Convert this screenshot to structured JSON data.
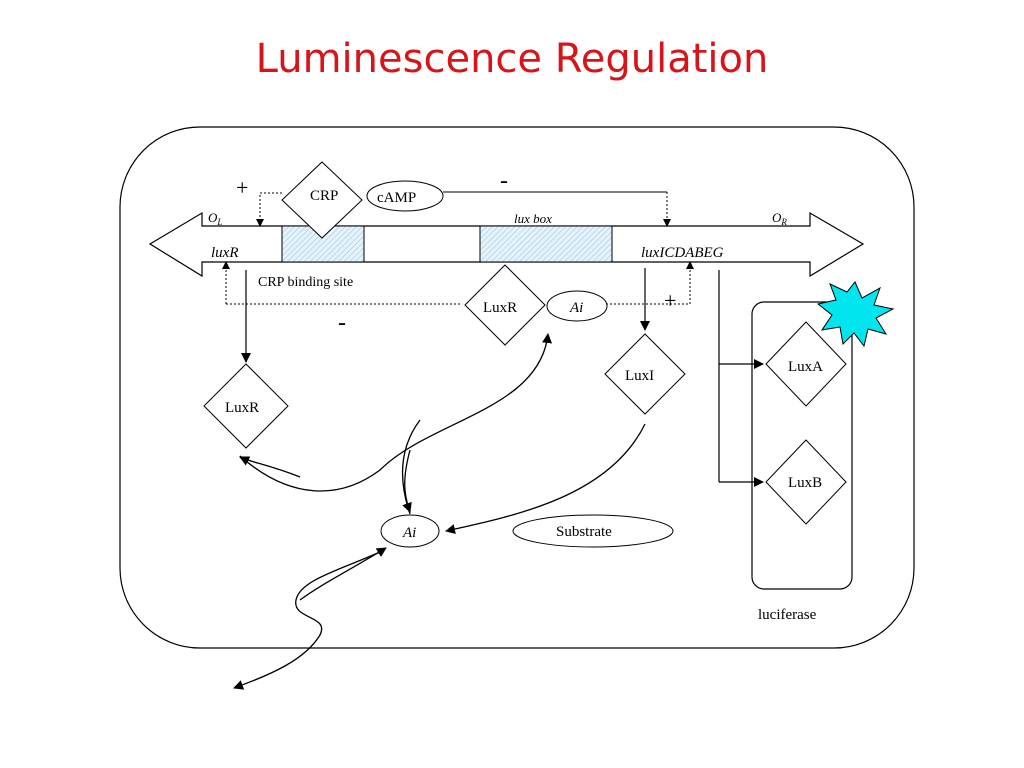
{
  "slide": {
    "title": "Luminescence Regulation"
  },
  "diagram": {
    "operator_left": "O",
    "operator_left_sub": "L",
    "operator_right": "O",
    "operator_right_sub": "R",
    "lux_box": "lux box",
    "gene_left": "luxR",
    "gene_right": "luxICDABEG",
    "crp_binding_site": "CRP binding site",
    "crp": "CRP",
    "camp": "cAMP",
    "plus_left": "+",
    "minus_top": "-",
    "minus_bottom": "-",
    "plus_right": "+",
    "luxr_complex": "LuxR",
    "ai_complex": "Ai",
    "luxr_protein": "LuxR",
    "luxi_protein": "LuxI",
    "luxa": "LuxA",
    "luxb": "LuxB",
    "ai_free": "Ai",
    "substrate": "Substrate",
    "luciferase": "luciferase",
    "colors": {
      "title": "#d6151b",
      "star": "#00e5ee",
      "box_fill": "#cfe8f5",
      "line": "#000000"
    }
  }
}
